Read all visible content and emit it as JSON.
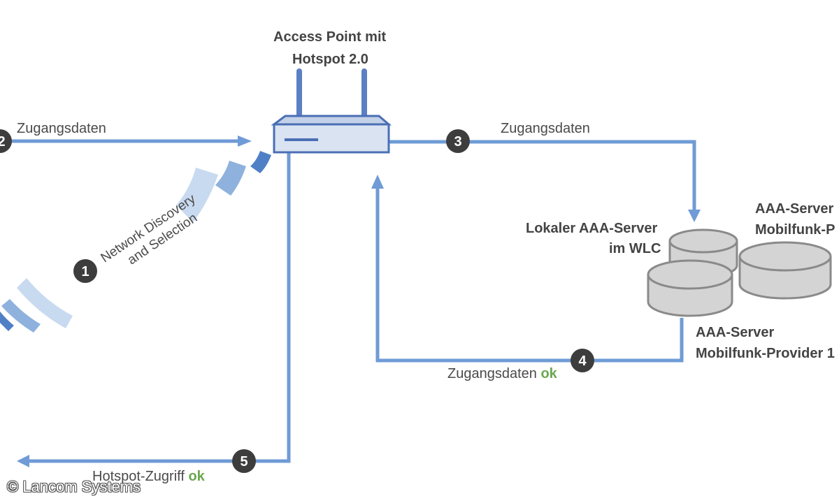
{
  "access_point": {
    "title_line1": "Access Point mit",
    "title_line2": "Hotspot 2.0"
  },
  "steps": {
    "s1": "1",
    "s2": "2",
    "s3": "3",
    "s4": "4",
    "s5": "5"
  },
  "labels": {
    "zugangsdaten_left": "Zugangsdaten",
    "zugangsdaten_right": "Zugangsdaten",
    "zugangsdaten_ok_text": "Zugangsdaten",
    "ok1": "ok",
    "hotspot_zugriff_text": "Hotspot-Zugriff",
    "ok2": "ok",
    "discovery_line1": "Network Discovery",
    "discovery_line2": "and Selection"
  },
  "servers": {
    "local_line1": "Lokaler AAA-Server",
    "local_line2": "im WLC",
    "provider2_line1": "AAA-Server",
    "provider2_line2": "Mobilfunk-P",
    "provider1_line1": "AAA-Server",
    "provider1_line2": "Mobilfunk-Provider 1"
  },
  "copyright": "© Lancom Systems",
  "colors": {
    "line": "#6f9bd6",
    "circle": "#3d3d3d",
    "ok": "#6aa84f",
    "server_fill": "#d4d4d4",
    "server_stroke": "#8a8a8a"
  }
}
